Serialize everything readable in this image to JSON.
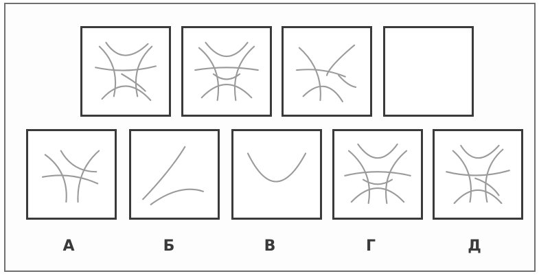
{
  "sequence_row": {
    "cells": [
      {
        "figure": "six-arc-star"
      },
      {
        "figure": "six-arc-star"
      },
      {
        "figure": "five-arc-star"
      },
      {
        "figure": "empty"
      }
    ]
  },
  "answer_row": {
    "options": [
      {
        "label": "А",
        "figure": "four-arc-star"
      },
      {
        "label": "Б",
        "figure": "two-arcs"
      },
      {
        "label": "В",
        "figure": "single-arc"
      },
      {
        "label": "Г",
        "figure": "six-arc-star"
      },
      {
        "label": "Д",
        "figure": "six-arc-star"
      }
    ]
  }
}
